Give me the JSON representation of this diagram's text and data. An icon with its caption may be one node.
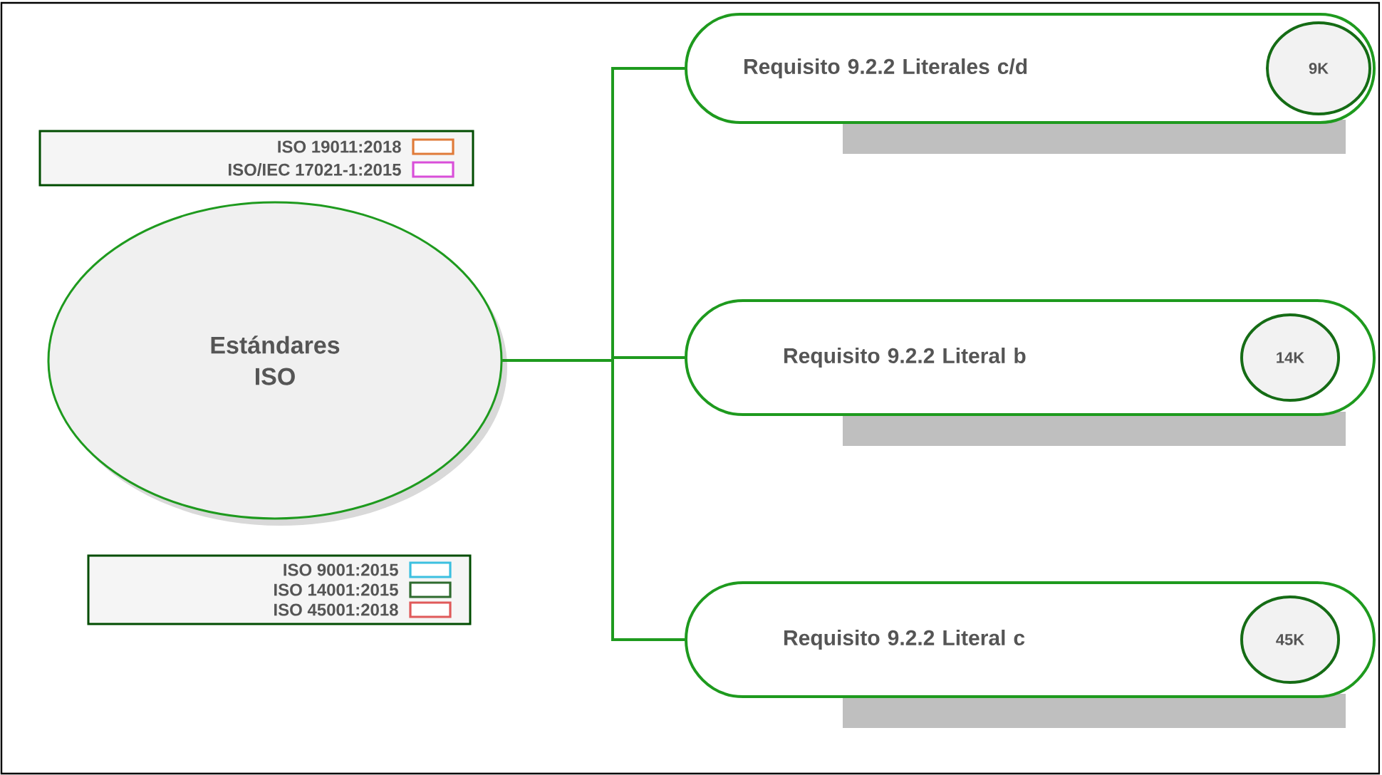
{
  "diagram": {
    "nodes": [
      {
        "text": [
          "Estándares ISO"
        ]
      },
      {
        "text": [
          "Requisito 9.2.2 Literales c/d"
        ]
      },
      {
        "text": [
          "9K"
        ],
        "in": 1
      },
      {
        "text": [
          "Requisito 9.2.2 Literal b"
        ]
      },
      {
        "text": [
          "14K"
        ],
        "in": 3
      },
      {
        "text": [
          "Requisito 9.2.2 Literal c"
        ]
      },
      {
        "text": [
          "45K"
        ],
        "in": 5
      }
    ],
    "edges": [
      {
        "from": 0,
        "to": 1,
        "arrow": "none"
      },
      {
        "from": 0,
        "to": 3,
        "arrow": "none"
      },
      {
        "from": 0,
        "to": 5,
        "arrow": "none"
      }
    ],
    "legend": [
      {
        "text": "ISO 19011:2018",
        "color": "#e07b39"
      },
      {
        "text": "ISO/IEC 17021-1:2015",
        "color": "#d94fd9"
      },
      {
        "text": "ISO 9001:2015",
        "color": "#3cc0e0"
      },
      {
        "text": "ISO 14001:2015",
        "color": "#2e6b2e"
      },
      {
        "text": "ISO 45001:2018",
        "color": "#e05a5a"
      }
    ]
  }
}
